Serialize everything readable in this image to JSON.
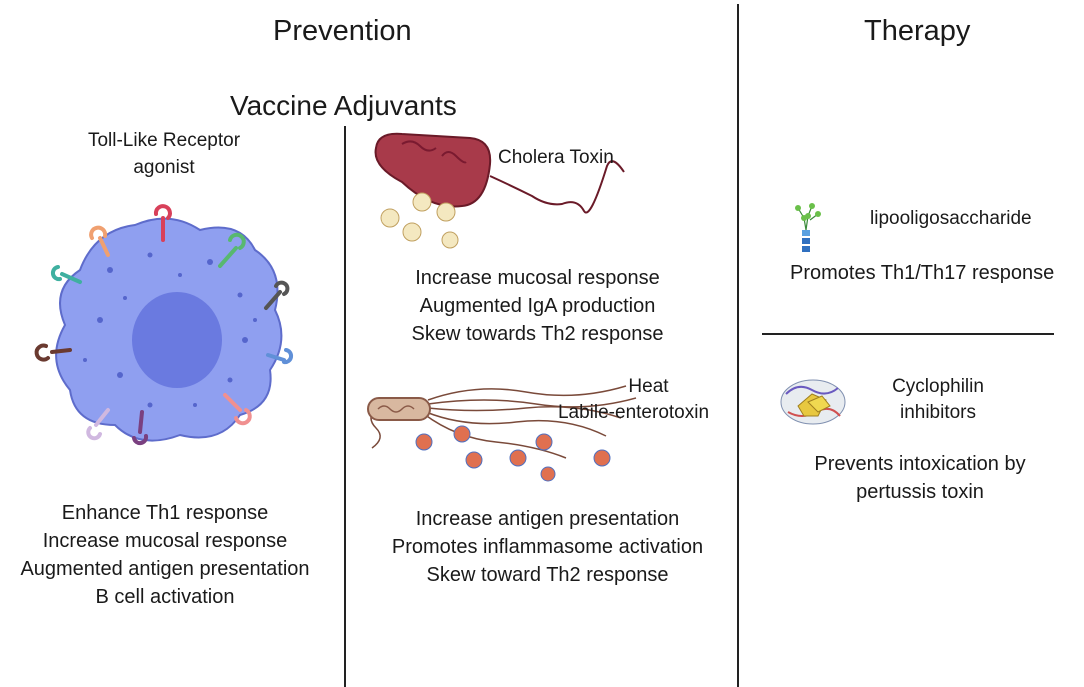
{
  "prevention": {
    "title": "Prevention",
    "subtitle": "Vaccine Adjuvants",
    "tlr": {
      "label_line1": "Toll-Like Receptor",
      "label_line2": "agonist",
      "effects": [
        "Enhance Th1 response",
        "Increase mucosal response",
        "Augmented antigen presentation",
        "B cell activation"
      ]
    },
    "cholera": {
      "label": "Cholera Toxin",
      "effects": [
        "Increase mucosal response",
        "Augmented IgA production",
        "Skew towards Th2 response"
      ]
    },
    "heat_labile": {
      "label_line1": "Heat",
      "label_line2": "Labile-enterotoxin",
      "effects": [
        "Increase antigen presentation",
        "Promotes inflammasome activation",
        "Skew toward Th2 response"
      ]
    }
  },
  "therapy": {
    "title": "Therapy",
    "lipo": {
      "label": "lipooligosaccharide",
      "effect": "Promotes Th1/Th17 response"
    },
    "cyclophilin": {
      "label_line1": "Cyclophilin",
      "label_line2": "inhibitors",
      "effects": [
        "Prevents intoxication by",
        "pertussis toxin"
      ]
    }
  },
  "colors": {
    "cell": "#8f9ff0",
    "nucleus": "#6a7ae0",
    "bacterium": "#a83a4a",
    "protein": "#e8c840"
  }
}
